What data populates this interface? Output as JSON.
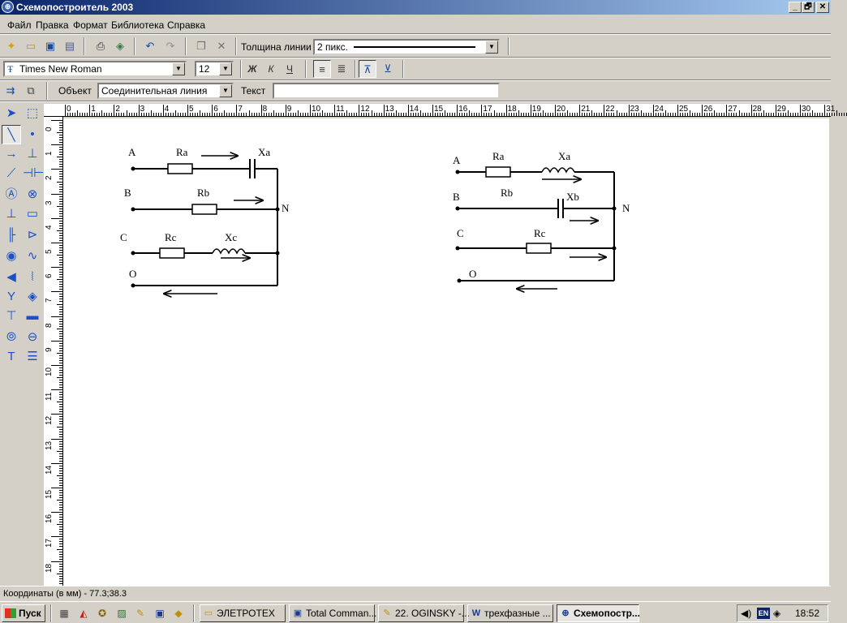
{
  "window": {
    "title": "Схемопостроитель 2003",
    "controls": {
      "minimize": "_",
      "maximize": "🗗",
      "close": "✕"
    }
  },
  "menu": [
    "Файл",
    "Правка",
    "Формат",
    "Библиотека",
    "Справка"
  ],
  "toolbar1": {
    "line_width_label": "Толщина линии",
    "line_width_value": "2 пикс."
  },
  "toolbar2": {
    "font_name": "Times New Roman",
    "font_size": "12",
    "bold": "Ж",
    "italic": "К",
    "underline": "Ч"
  },
  "toolbar3": {
    "object_label": "Объект",
    "object_value": "Соединительная линия",
    "text_label": "Текст",
    "text_value": ""
  },
  "ruler": {
    "unit": "см",
    "h_ticks": [
      "0",
      "1",
      "2",
      "3",
      "4",
      "5",
      "6",
      "7",
      "8",
      "9",
      "10",
      "11",
      "12",
      "13",
      "14",
      "15",
      "16",
      "17",
      "18",
      "19",
      "20",
      "21",
      "22",
      "23",
      "24",
      "25",
      "26",
      "27",
      "28",
      "29",
      "30",
      "31"
    ],
    "v_ticks": [
      "0",
      "1",
      "2",
      "3",
      "4",
      "5",
      "6",
      "7",
      "8",
      "9",
      "10",
      "11",
      "12",
      "13",
      "14",
      "15",
      "16",
      "17",
      "18"
    ]
  },
  "diagram1": {
    "labels": {
      "A": "A",
      "B": "B",
      "C": "C",
      "O": "O",
      "N": "N",
      "Ra": "Ra",
      "Xa": "Xa",
      "Rb": "Rb",
      "Rc": "Rc",
      "Xc": "Xc"
    }
  },
  "diagram2": {
    "labels": {
      "A": "A",
      "B": "B",
      "C": "C",
      "O": "O",
      "N": "N",
      "Ra": "Ra",
      "Xa": "Xa",
      "Rb": "Rb",
      "Xb": "Xb",
      "Rc": "Rc"
    }
  },
  "status": {
    "coordinates": "Координаты (в мм) - 77.3;38.3"
  },
  "taskbar": {
    "start": "Пуск",
    "tasks": [
      "ЭЛЕТРОТЕХ",
      "Total Comman...",
      "22. OGINSKY -...",
      "трехфазные ...",
      "Схемопостр..."
    ],
    "lang": "EN",
    "clock": "18:52"
  }
}
